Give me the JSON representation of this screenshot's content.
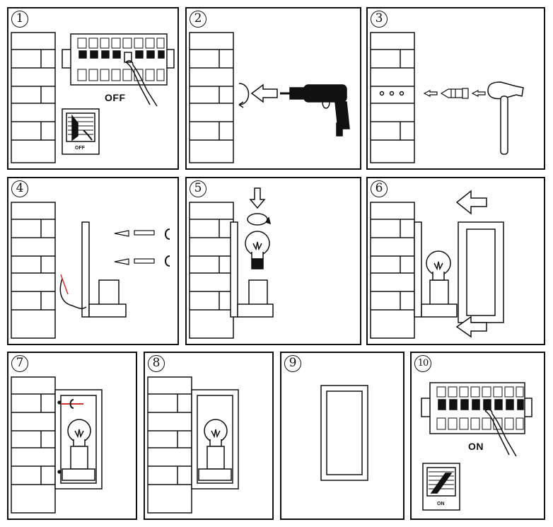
{
  "steps": [
    {
      "number": "1",
      "switch_label": "OFF",
      "small_label": "OFF"
    },
    {
      "number": "2"
    },
    {
      "number": "3"
    },
    {
      "number": "4"
    },
    {
      "number": "5"
    },
    {
      "number": "6"
    },
    {
      "number": "7"
    },
    {
      "number": "8"
    },
    {
      "number": "9"
    },
    {
      "number": "10",
      "switch_label": "ON",
      "small_label": "ON"
    }
  ],
  "icons": [
    "brick-wall-icon",
    "breaker-box-icon",
    "hand-icon",
    "drill-icon",
    "hammer-icon",
    "wall-plug-icon",
    "screw-icon",
    "light-bulb-icon",
    "arrow-icon",
    "rotate-icon",
    "lamp-cover-icon",
    "wall-switch-icon"
  ]
}
